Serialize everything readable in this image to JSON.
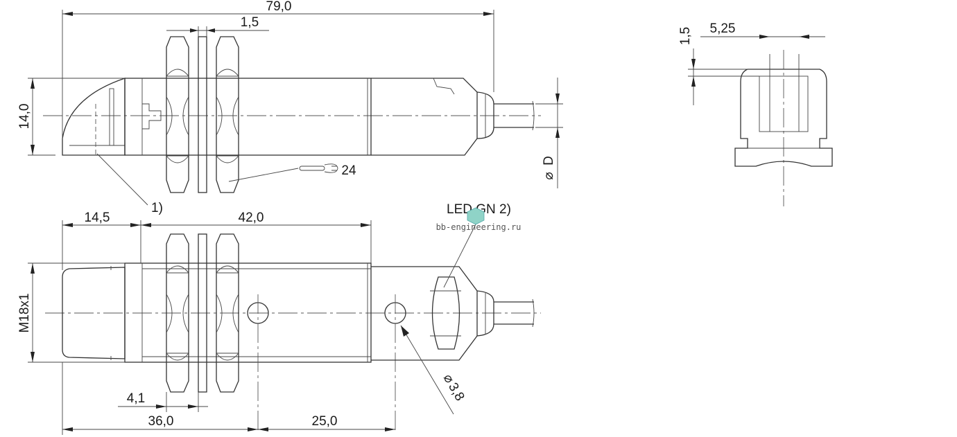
{
  "dimensions": {
    "overall_length": "79,0",
    "nut_thickness": "1,5",
    "body_height": "14,0",
    "cable_diameter": "D",
    "wrench_size": "24",
    "callout_1": "1)",
    "led_label": "LED GN 2)",
    "head_length": "14,5",
    "thread_length": "42,0",
    "thread": "M18x1",
    "hole_diameter": "3,8",
    "nut_offset": "4,1",
    "hole1_position": "36,0",
    "hole_spacing": "25,0",
    "side_width": "5,25",
    "side_height": "1,5"
  },
  "symbols": {
    "diameter": "⌀",
    "wrench": "wrench-icon"
  },
  "watermark": "bb-engineering.ru",
  "colors": {
    "line": "#333333",
    "text": "#1a1a1a",
    "background": "#ffffff"
  }
}
